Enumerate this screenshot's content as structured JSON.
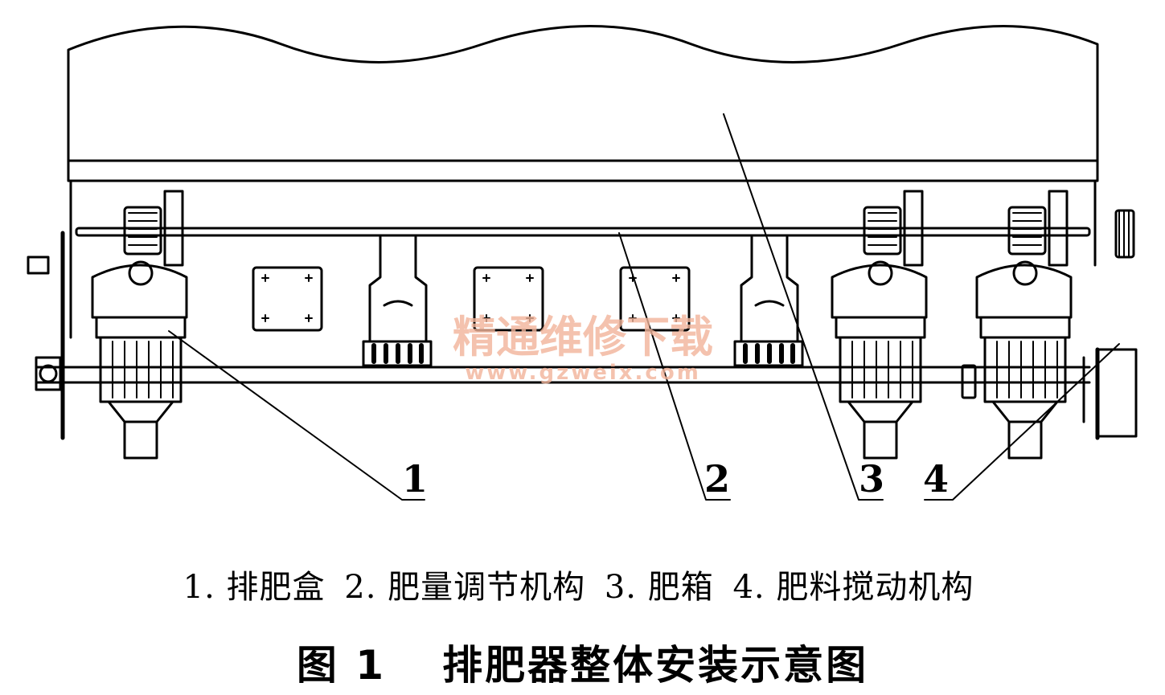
{
  "callouts": {
    "c1": "1",
    "c2": "2",
    "c3": "3",
    "c4": "4"
  },
  "legend": {
    "items": [
      "1. 排肥盒",
      "2. 肥量调节机构",
      "3. 肥箱",
      "4. 肥料搅动机构"
    ]
  },
  "caption": {
    "figure_no": "图 1",
    "title": "排肥器整体安装示意图"
  },
  "watermark": {
    "text": "精通维修下载",
    "url": "www.gzweix.com",
    "color": "#f2b49a"
  }
}
